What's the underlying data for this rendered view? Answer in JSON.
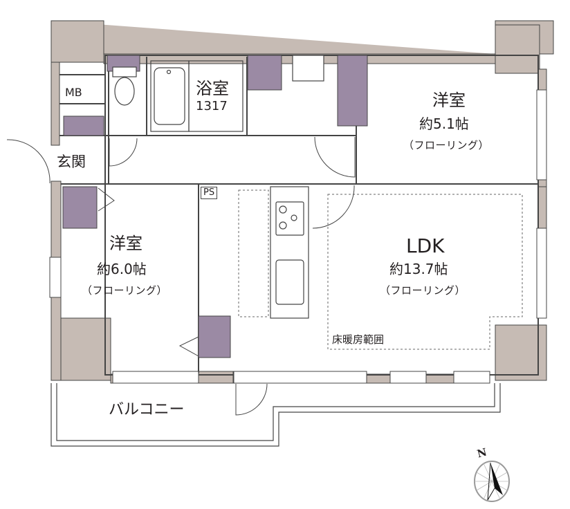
{
  "colors": {
    "wall": "#c6bbb4",
    "storage": "#9b8aa4",
    "line": "#444444",
    "background": "#ffffff"
  },
  "rooms": {
    "bathroom": {
      "name": "浴室",
      "size": "1317"
    },
    "western_room_1": {
      "name": "洋室",
      "size": "約5.1帖",
      "floor": "（フローリング）"
    },
    "western_room_2": {
      "name": "洋室",
      "size": "約6.0帖",
      "floor": "（フローリング）"
    },
    "ldk": {
      "name": "LDK",
      "size": "約13.7帖",
      "floor": "（フローリング）"
    },
    "entrance": {
      "name": "玄関"
    },
    "meter_box": {
      "name": "MB"
    },
    "pipe_space": {
      "name": "PS"
    },
    "balcony": {
      "name": "バルコニー"
    }
  },
  "annotations": {
    "floor_heating": "床暖房範囲"
  },
  "compass": {
    "label": "N",
    "icon": "compass-north-icon"
  }
}
